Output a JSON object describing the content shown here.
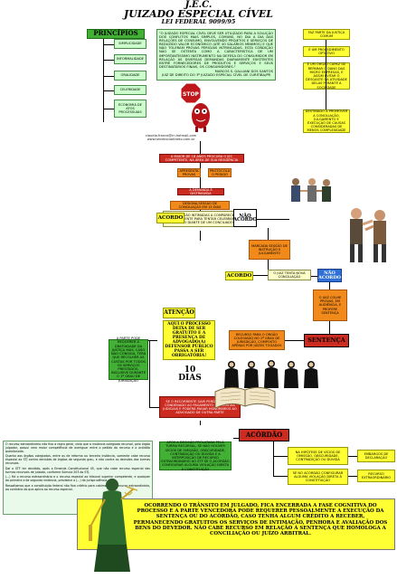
{
  "header": {
    "title": "J.E.C.",
    "subtitle": "JUIZADO ESPECIAL CÍVEL",
    "law": "LEI FEDERAL 9099/95"
  },
  "principles": {
    "title": "PRINCÍPIOS",
    "items": [
      "SIMPLICIDADE",
      "INFORMALIDADE",
      "ORALIDADE",
      "CELERIDADE",
      "ECONOMIA DE ATOS PROCESSUAIS"
    ]
  },
  "quote": {
    "text": "\"O JUIZADO ESPECIAL CÍVEL DEVE SER UTILIZADO PARA A SOLUÇÃO DOS CONFLITOS MAIS SIMPLES, COMUNS, NO DIA A DIA DAS RELAÇÕES DE CONSUMO, ENVOLVENDO PROJETOS E SERVIÇOS DE REDUZIDO VALOR ECONÔMICO (ATÉ 40 SALÁRIOS MÍNIMOS) E QUE NÃO TOLERAM PROVAS PERICIAIS INTRINCADAS. ESTA CONDIÇÃO NÃO SE OSTENTA COMO A CARACTERÍSTICA DE UM IMPORTANTÍSSIMO INSTRUMENTO NA DEFESA DO CONSUMIDOR EM RELAÇÃO ÀS DIVERSAS DEMANDAS DIARIAMENTE EXISTENTES ENTRE FORNECEDORES DE PRODUTOS E SERVIÇOS E SEUS DESTINATÁRIOS FINAIS, OS CONSUMIDORES.\"",
    "author": "MARCOS S. GALLIANI DOS SANTOS",
    "role": "JUIZ DE DIREITO DO 3º JUIZADO ESPECIAL CÍVEL DE CURITIBA/PR"
  },
  "right_notes": {
    "n1": "FAZ PARTE DA JUSTIÇA COMUM",
    "n2": "É UM PROCEDIMENTO OPTATIVO",
    "n3": "É UM ÓRGÃO CAPAZ DE REPARAR O DANO DAS MICRO EMPRESAS, E ASSIM EVITAR O DESGASTE DA ATIVIDADE DELAS PERANTE A SOCIEDADE",
    "n4": "DESTINADO A PROMOVER A CONCILIAÇÃO, JULGAMENTO E EXECUÇÃO DE CAUSAS CONSIDERADAS DE MENOS COMPLEXIDADE"
  },
  "stop_sign": "STOP",
  "credits": {
    "line1": "claudia.franco@rn.hotmail.com",
    "line2": "www.tendenciadireito.com.br"
  },
  "flow": {
    "start": "A MAIOR DE 18 ANOS PROCURA O JEC COMPETENTE, NA ÁREA DE SUA RESIDÊNCIA",
    "apresenta": "APRESENTA PROVAS",
    "protocola": "PROTOCOLA O PEDIDO",
    "distribuida": "A DEMANDA É DISTRIBUÍDA",
    "designa": "DESIGNA SESSÃO DE CONCILIAÇÃO EM 15 DIAS",
    "partes": "AS PARTES SÃO INTIMADAS A COMPARECER PESSOALMENTE PARA TENTAR CELEBRAR UM ACORDO DIANTE DE UM CONCILIADOR",
    "acordo1": "ACORDO",
    "nao_acordo1": "NÃO ACORDO",
    "marcada": "MARCADA SESSÃO DE INSTRUÇÃO E JULGAMENTO",
    "acordo2": "ACORDO",
    "juiz_tenta": "O JUIZ TENTA NOVA CONCILIAÇÃO",
    "nao_acordo2": "NÃO ACORDO",
    "juiz_colhe": "O JUIZ COLHE PROVAS, EM AUDIÊNCIA, E PROFERE SENTENÇA",
    "atencao": "ATENÇÃO",
    "atencao_text": "AQUI O PROCESSO DEIXA DE SER GRATUITO E A PRESENÇA DE ADVOGADO(A) DEFENSOR PÚBLICO PASSA A SER OBRIGATÓRIA!",
    "recurso": "RECURSO PARA O ÓRGÃO COLEGIADO NO 1º GRAU DE JURISDIÇÃO, COMPOSTO APENAS POR JUÍZES TOGADOS",
    "sentenca": "SENTENÇA",
    "parte_recolher": "A PARTE PODE REQUERER A GRATUIDADE DA JUSTIÇA MAS, CASO NÃO CONSIGA, TERÁ QUE RECOLHER AS CUSTAS POR TODOS OS SERVIÇOS PRESTADOS, INCLUSIVE DURANTE O 1º GRAU DE JURISDIÇÃO",
    "dez_dias": "10 DIAS",
    "recorrente": "SE O RECORRENTE SAIR PERDEDOR, FICA CONDENADO AO PAGAMENTO DAS CUSTAS JUDICIAIS E PODERÁ PAGAR HONORÁRIOS AO ADVOGADO DE OUTRA PARTE",
    "acordao": "ACÓRDÃO",
    "apos": "APÓS A DECISÃO PROLATADA PELA TURMA RECURSAL, SE NÃO HOUVER VÍCIOS DE OMISSÃO, OBSCURIDADE, CONTRADIÇÃO OU DÚVIDA E A INTERPOSIÇÃO DE RECURSO EXTRAORDINÁRIO AO STF SE O ACÓRDÃO CONFIGURAR ALGUMA VIOLAÇÃO DIRETA À CONSTITUIÇÃO",
    "hipotese": "NA HIPÓTESE DE VÍCIOS DE OMISSÃO, OBSCURIDADE, CONTRADIÇÃO OU DÚVIDA",
    "embargos": "EMBARGOS DE DECLARAÇÃO",
    "violacao": "SE NO ACÓRDÃO CONFIGURAR ALGUMA VIOLAÇÃO DIRETA À CONSTITUIÇÃO",
    "extraordinario": "RECURSO EXTRAORDINÁRIO"
  },
  "legal_note": {
    "p1": "O recurso extraordinário não fixa a regra geral, visto que a instância colegiada recursal, pelo órgão julgador, possui uma maior competência de averiguar entre o pedido do recurso e o acórdão questionado.",
    "p2": "Quanto aos órgãos colegiados, entre os de reforma ou terceira instância, somente cabe recurso especial ao STJ contra decisões de órgãos de segundo grau, e não contra as decisões das turmas recursais.",
    "p3": "Daí o STF ter decidido, após a Emenda Constitucional 45, que não cabe recurso especial das turmas recursais de juizado, conforme Súmula 203 do STJ.",
    "p4": "(...) Há o recurso extraordinário e o recurso especial ao tribunal superior competente, e qualquer da primeira e da segunda instância, prevalece a (...) da jurisprudência.",
    "p5": "Ressaltamos que a constituição federal não fixa critério para cabimento de recurso extraordinário, ao contrário do que aplica ao recurso especial."
  },
  "footer": {
    "text": "OCORRENDO O TRÂNSITO EM JULGADO, FICA ENCERRADA A FASE COGNITIVA DO PROCESSO E A PARTE VENCEDORA PODE REQUERER PESSOALMENTE A EXECUÇÃO DA SENTENÇA OU DO ACÓRDÃO, CASO TENHA ALGUM CRÉDITO A RECEBER, PERMANECENDO GRATUITOS OS SERVIÇOS DE INTIMAÇÃO, PENHORA E AVALIAÇÃO DOS BENS DO DEVEDOR. NÃO CABE RECURSO EM RELAÇÃO À SENTENÇA QUE HOMOLOGA A CONCILIAÇÃO OU JUÍZO ARBITRAL."
  },
  "colors": {
    "red": "#cc2b20",
    "orange": "#f28a1b",
    "green": "#41b035",
    "yellow": "#ffff33",
    "blue": "#2f6fd6",
    "pale": "#ffffc8"
  }
}
